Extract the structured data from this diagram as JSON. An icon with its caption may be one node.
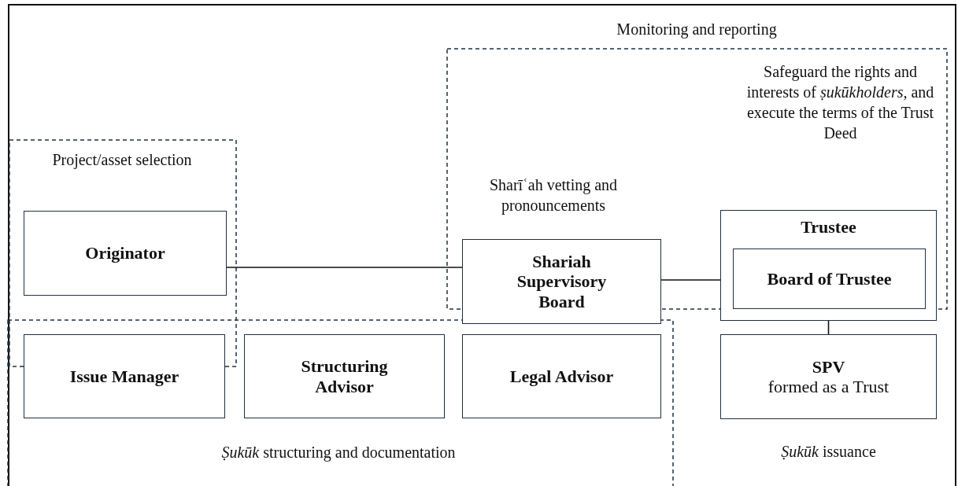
{
  "diagram": {
    "nodes": [
      {
        "text": [
          "Originator"
        ]
      },
      {
        "text": [
          "Shariah Supervisory Board"
        ]
      },
      {
        "text": [
          "Trustee"
        ]
      },
      {
        "text": [
          "Board of Trustee"
        ],
        "in": 2
      },
      {
        "text": [
          "Issue Manager"
        ]
      },
      {
        "text": [
          "Structuring Advisor"
        ]
      },
      {
        "text": [
          "Legal Advisor"
        ]
      },
      {
        "text": [
          "SPV",
          "formed as a Trust"
        ],
        "beside": [
          "*Ṣukūk* issuance"
        ]
      }
    ],
    "edges": [
      {
        "from": 0,
        "to": 1,
        "arrow": "none"
      },
      {
        "from": 1,
        "to": 2,
        "arrow": "none"
      },
      {
        "from": 2,
        "to": 7,
        "arrow": "none"
      }
    ],
    "labels": [
      "Monitoring and reporting",
      "Safeguard the rights and interests of *ṣukūkholders,* and execute the terms of the Trust Deed",
      "Project/asset selection",
      "Sharīʿah vetting and pronouncements",
      "*Ṣukūk* structuring and documentation"
    ]
  }
}
